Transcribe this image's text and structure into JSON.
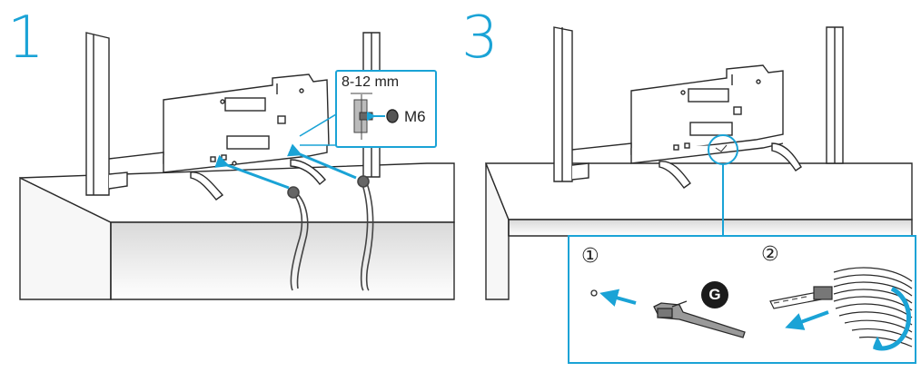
{
  "steps": {
    "step_a": "1",
    "step_b": "3"
  },
  "callout": {
    "depth_label": "8-12 mm",
    "screw_label": "M6"
  },
  "inset": {
    "sub1": "①",
    "sub2": "②",
    "part_badge": "G"
  },
  "colors": {
    "accent": "#1aa3d6",
    "line": "#2a2a2a"
  }
}
